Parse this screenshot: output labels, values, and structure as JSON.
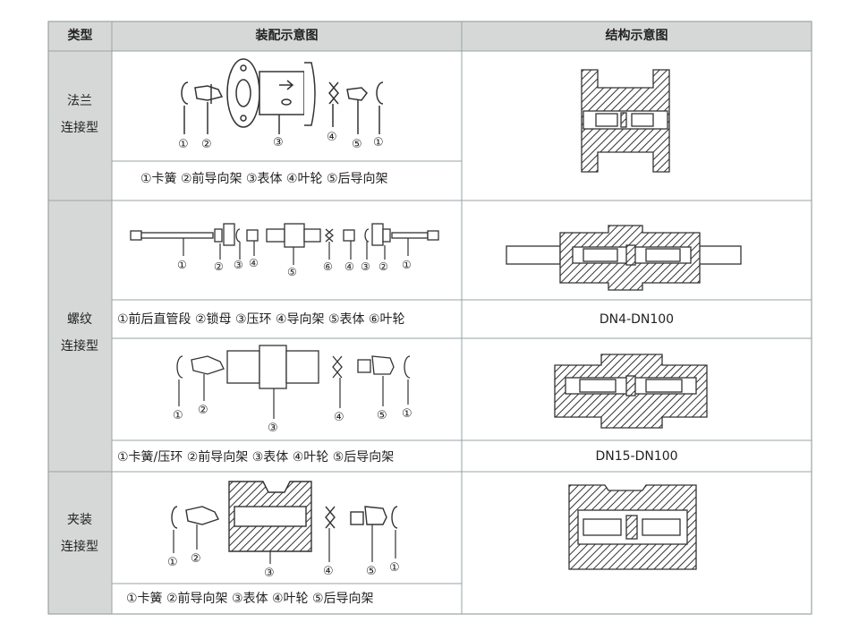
{
  "header": {
    "col_type": "类型",
    "col_assembly": "装配示意图",
    "col_structure": "结构示意图"
  },
  "rows": [
    {
      "type_line1": "法兰",
      "type_line2": "连接型",
      "assembly_caption": "①卡簧 ②前导向架 ③表体 ④叶轮 ⑤后导向架",
      "assembly_numbers": [
        "①",
        "②",
        "③",
        "④",
        "⑤",
        "①"
      ]
    },
    {
      "type_line1": "螺纹",
      "type_line2": "连接型",
      "assembly_caption_a": "①前后直管段 ②锁母 ③压环 ④导向架 ⑤表体 ⑥叶轮",
      "structure_caption_a": "DN4-DN100",
      "numbers_a": [
        "①",
        "②",
        "③",
        "④",
        "⑤",
        "⑥",
        "④",
        "③",
        "②",
        "①"
      ],
      "assembly_caption_b": "①卡簧/压环 ②前导向架 ③表体 ④叶轮 ⑤后导向架",
      "structure_caption_b": "DN15-DN100",
      "numbers_b": [
        "①",
        "②",
        "③",
        "④",
        "⑤",
        "①"
      ]
    },
    {
      "type_line1": "夹装",
      "type_line2": "连接型",
      "assembly_caption": "①卡簧 ②前导向架 ③表体 ④叶轮 ⑤后导向架",
      "assembly_numbers": [
        "①",
        "②",
        "③",
        "④",
        "⑤",
        "①"
      ]
    }
  ],
  "colors": {
    "header_bg": "#d6d8d8",
    "type_bg": "#d6d8d8",
    "border": "#9aa3a5",
    "line": "#333333"
  }
}
